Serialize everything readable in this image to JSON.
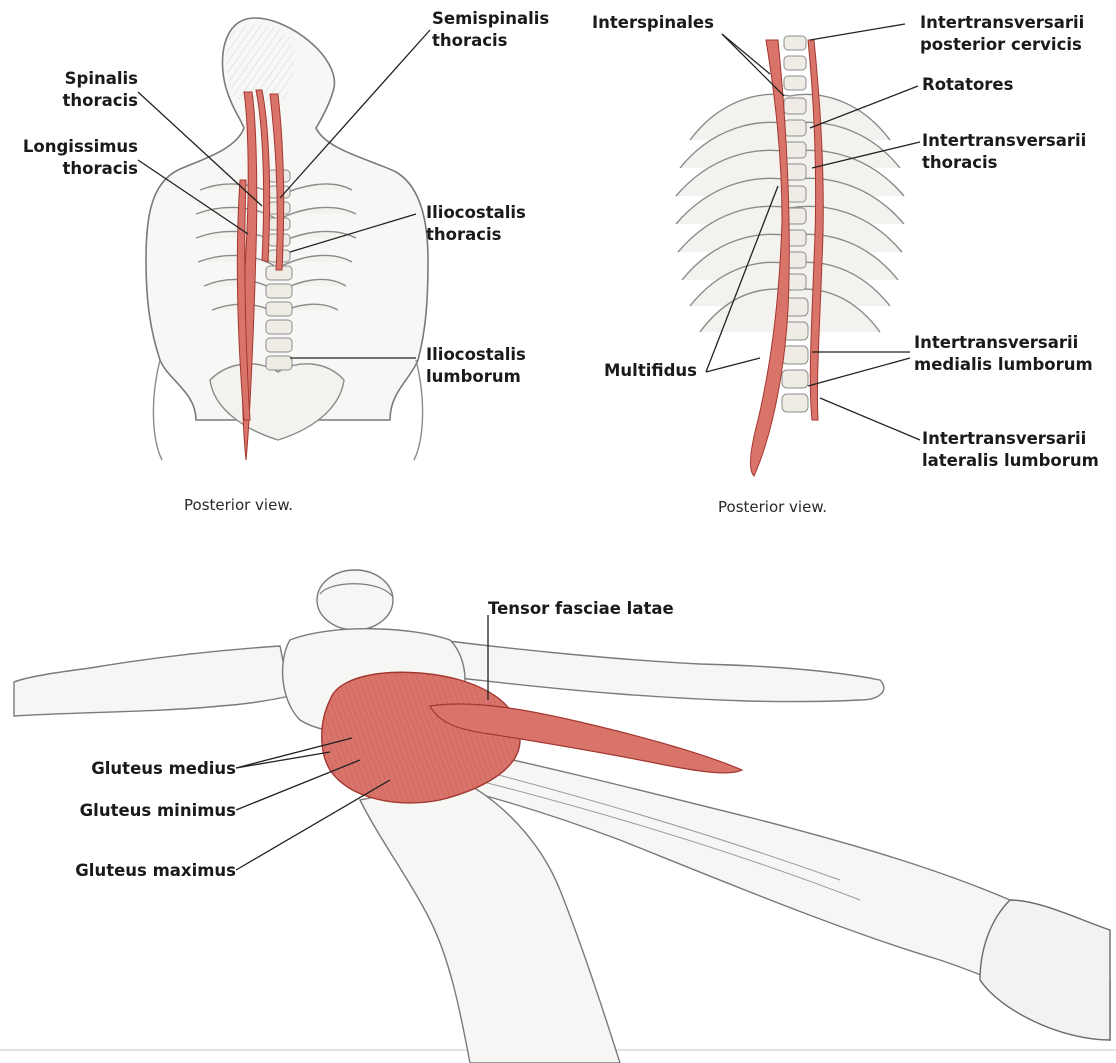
{
  "panels": {
    "back_torso": {
      "labels": {
        "semispinalis_thoracis": [
          "Semispinalis",
          "thoracis"
        ],
        "spinalis_thoracis": [
          "Spinalis",
          "thoracis"
        ],
        "longissimus_thoracis": [
          "Longissimus",
          "thoracis"
        ],
        "iliocostalis_thoracis": [
          "Iliocostalis",
          "thoracis"
        ],
        "iliocostalis_lumborum": [
          "Iliocostalis",
          "lumborum"
        ]
      },
      "caption": "Posterior view."
    },
    "ribcage": {
      "labels": {
        "interspinales": [
          "Interspinales"
        ],
        "intertransversarii_posterior_cervicis": [
          "Intertransversarii",
          "posterior cervicis"
        ],
        "rotatores": [
          "Rotatores"
        ],
        "intertransversarii_thoracis": [
          "Intertransversarii",
          "thoracis"
        ],
        "multifidus": [
          "Multifidus"
        ],
        "intertransversarii_medialis_lumborum": [
          "Intertransversarii",
          "medialis lumborum"
        ],
        "intertransversarii_lateralis_lumborum": [
          "Intertransversarii",
          "lateralis lumborum"
        ]
      },
      "caption": "Posterior view."
    },
    "hip_stretch": {
      "labels": {
        "tensor_fasciae_latae": [
          "Tensor fasciae latae"
        ],
        "gluteus_medius": [
          "Gluteus medius"
        ],
        "gluteus_minimus": [
          "Gluteus minimus"
        ],
        "gluteus_maximus": [
          "Gluteus maximus"
        ]
      }
    }
  },
  "colors": {
    "muscle": "#d9746a",
    "muscle_dark": "#b9433b",
    "bone": "#f2f0ec",
    "outline": "#6e6e6e",
    "leader_line": "#222222"
  }
}
